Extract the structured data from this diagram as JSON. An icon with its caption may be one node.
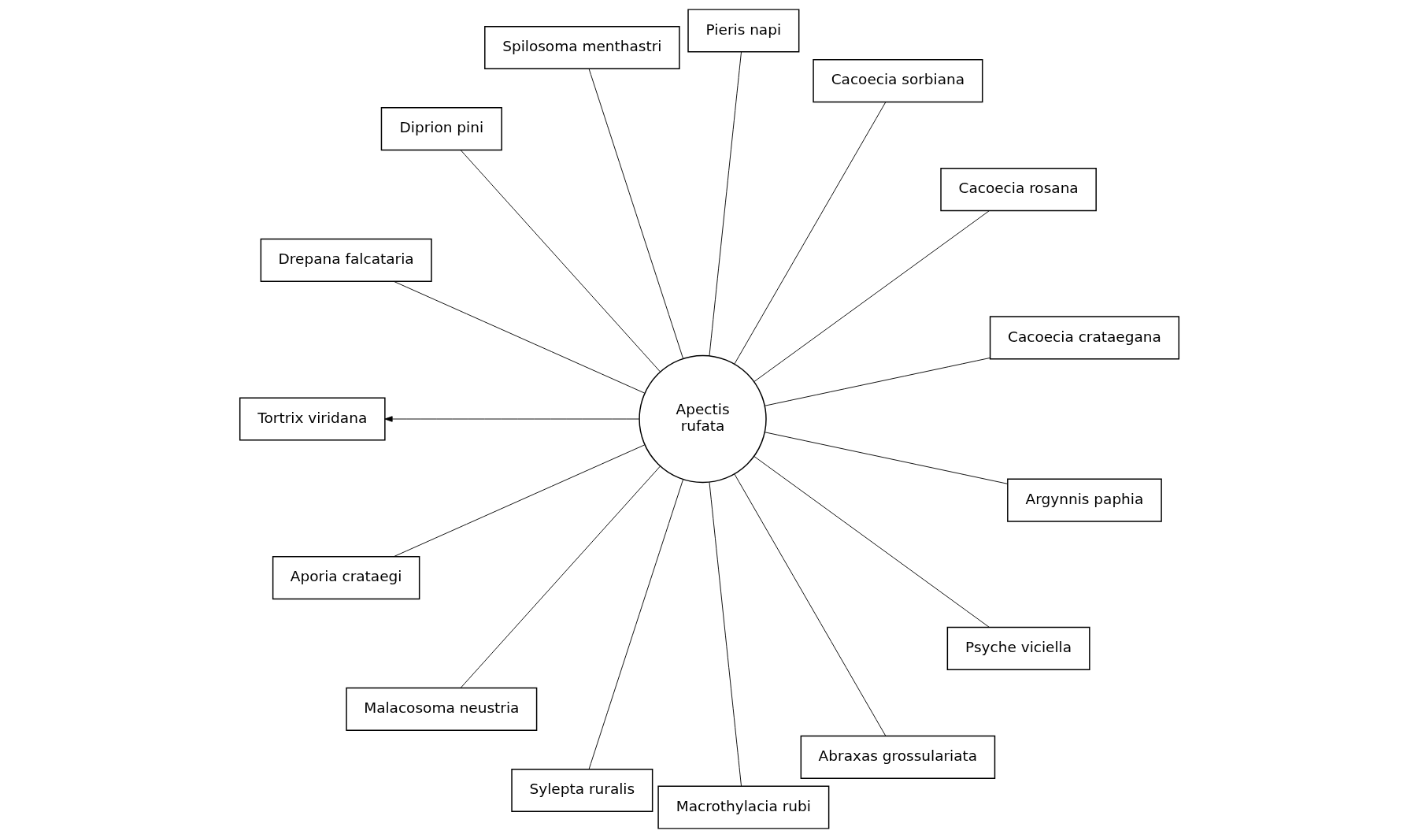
{
  "diagram": {
    "nodes": [
      {
        "text": [
          "Cacoecia crataegana"
        ]
      },
      {
        "text": [
          "Cacoecia rosana"
        ]
      },
      {
        "text": [
          "Cacoecia sorbiana"
        ]
      },
      {
        "text": [
          "Pieris napi"
        ]
      },
      {
        "text": [
          "Spilosoma menthastri"
        ]
      },
      {
        "text": [
          "Diprion pini"
        ]
      },
      {
        "text": [
          "Drepana falcataria"
        ]
      },
      {
        "text": [
          "Tortrix viridana"
        ]
      },
      {
        "text": [
          "Aporia crataegi"
        ]
      },
      {
        "text": [
          "Malacosoma neustria"
        ]
      },
      {
        "text": [
          "Sylepta ruralis"
        ]
      },
      {
        "text": [
          "Macrothylacia rubi"
        ]
      },
      {
        "text": [
          "Abraxas grossulariata"
        ]
      },
      {
        "text": [
          "Psyche viciella"
        ]
      },
      {
        "text": [
          "Argynnis paphia"
        ]
      },
      {
        "text": [
          "Apectis rufata"
        ]
      }
    ],
    "edges": [
      {
        "from": 15,
        "to": 0,
        "arrow": "none"
      },
      {
        "from": 15,
        "to": 1,
        "arrow": "none"
      },
      {
        "from": 15,
        "to": 2,
        "arrow": "none"
      },
      {
        "from": 15,
        "to": 3,
        "arrow": "none"
      },
      {
        "from": 15,
        "to": 4,
        "arrow": "none"
      },
      {
        "from": 15,
        "to": 5,
        "arrow": "none"
      },
      {
        "from": 15,
        "to": 6,
        "arrow": "none"
      },
      {
        "from": 15,
        "to": 7,
        "arrow": "to"
      },
      {
        "from": 15,
        "to": 8,
        "arrow": "none"
      },
      {
        "from": 15,
        "to": 9,
        "arrow": "none"
      },
      {
        "from": 15,
        "to": 10,
        "arrow": "none"
      },
      {
        "from": 15,
        "to": 11,
        "arrow": "none"
      },
      {
        "from": 15,
        "to": 12,
        "arrow": "none"
      },
      {
        "from": 15,
        "to": 13,
        "arrow": "none"
      },
      {
        "from": 15,
        "to": 14,
        "arrow": "none"
      }
    ]
  }
}
